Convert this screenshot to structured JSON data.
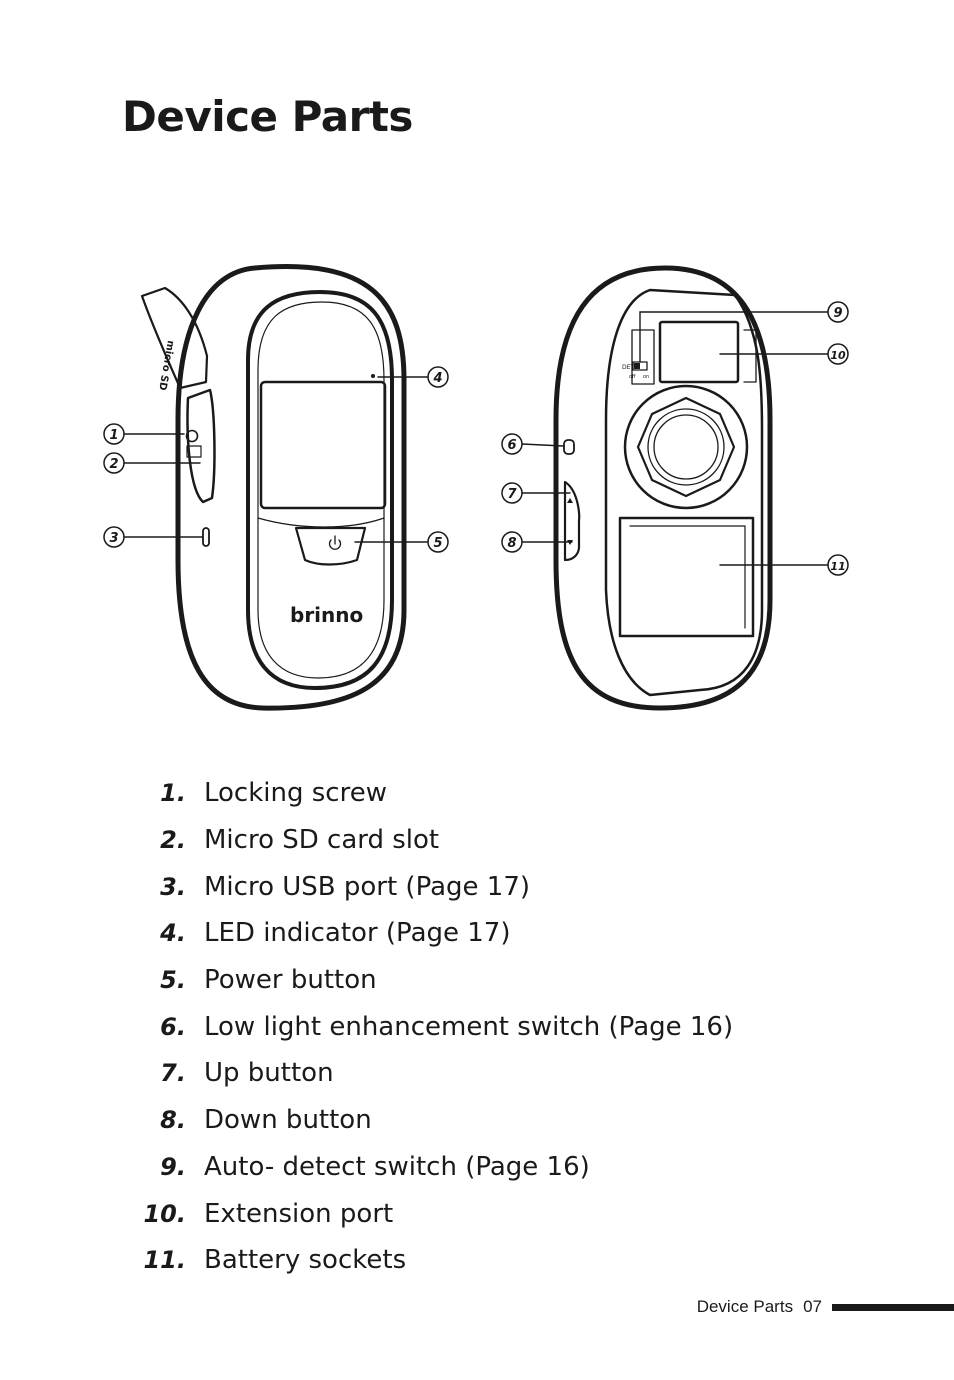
{
  "page": {
    "title": "Device Parts"
  },
  "diagram": {
    "brand": "brinno",
    "card_label": "micro SD",
    "switch_label": "DET",
    "switch_off": "off",
    "switch_on": "on",
    "callouts": [
      "1",
      "2",
      "3",
      "4",
      "5",
      "6",
      "7",
      "8",
      "9",
      "10",
      "11"
    ]
  },
  "parts": [
    {
      "num": "1.",
      "label": "Locking screw"
    },
    {
      "num": "2.",
      "label": "Micro SD card slot"
    },
    {
      "num": "3.",
      "label": "Micro USB port (Page 17)"
    },
    {
      "num": "4.",
      "label": "LED indicator (Page 17)"
    },
    {
      "num": "5.",
      "label": "Power button"
    },
    {
      "num": "6.",
      "label": "Low light enhancement switch (Page 16)"
    },
    {
      "num": "7.",
      "label": "Up button"
    },
    {
      "num": "8.",
      "label": "Down button"
    },
    {
      "num": "9.",
      "label": "Auto- detect switch (Page 16)"
    },
    {
      "num": "10.",
      "label": "Extension port"
    },
    {
      "num": "11.",
      "label": "Battery sockets"
    }
  ],
  "footer": {
    "section": "Device Parts",
    "page_number": "07"
  }
}
